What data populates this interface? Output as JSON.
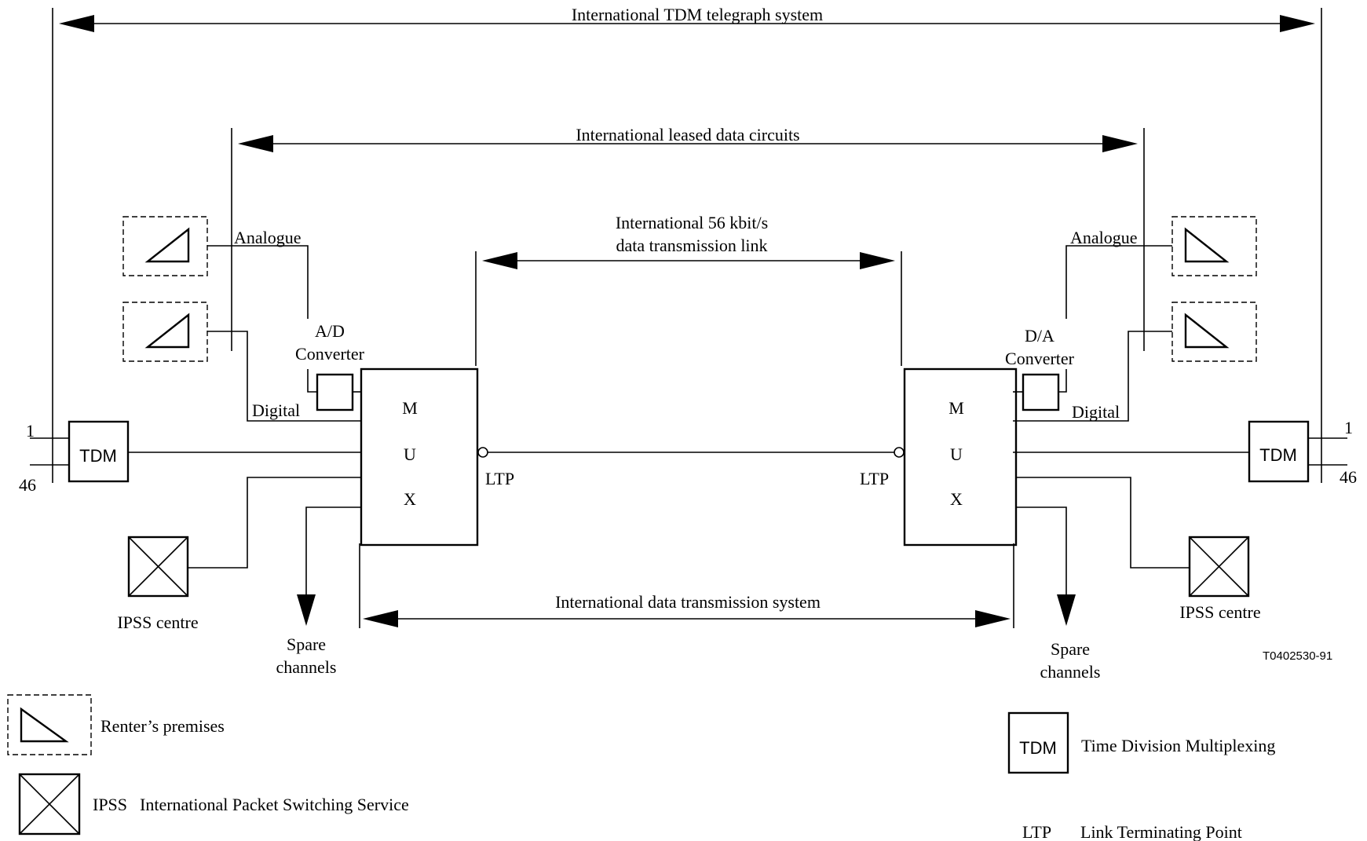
{
  "figure_id": "T0402530-91",
  "spans": {
    "tdm_telegraph": "International TDM telegraph system",
    "leased_data": "International leased data circuits",
    "link_line1": "International 56 kbit/s",
    "link_line2": "data transmission link",
    "data_transmission_system": "International data transmission system"
  },
  "left_side": {
    "analogue": "Analogue",
    "digital": "Digital",
    "converter_line1": "A/D",
    "converter_line2": "Converter",
    "tdm": "TDM",
    "channel_first": "1",
    "channel_last": "46",
    "ipss": "IPSS centre",
    "spare_line1": "Spare",
    "spare_line2": "channels",
    "ltp": "LTP",
    "mux": [
      "M",
      "U",
      "X"
    ]
  },
  "right_side": {
    "analogue": "Analogue",
    "digital": "Digital",
    "converter_line1": "D/A",
    "converter_line2": "Converter",
    "tdm": "TDM",
    "channel_first": "1",
    "channel_last": "46",
    "ipss": "IPSS centre",
    "spare_line1": "Spare",
    "spare_line2": "channels",
    "ltp": "LTP",
    "mux": [
      "M",
      "U",
      "X"
    ]
  },
  "legend": {
    "renters_premises": "Renter’s premises",
    "ipss_abbr": "IPSS",
    "ipss_full": "International Packet Switching Service",
    "tdm_abbr": "TDM",
    "tdm_full": "Time Division Multiplexing",
    "ltp_abbr": "LTP",
    "ltp_full": "Link Terminating Point"
  }
}
